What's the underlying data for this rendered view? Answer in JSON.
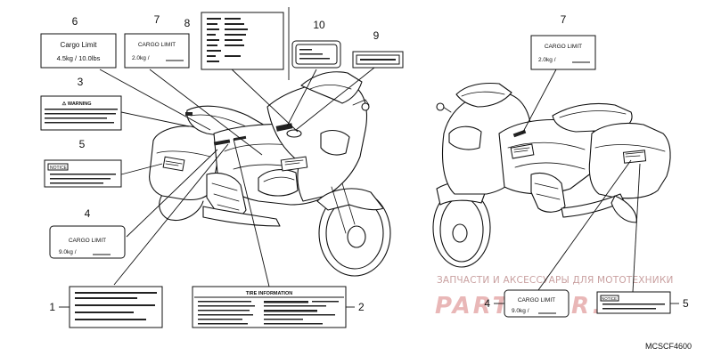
{
  "callouts": {
    "n1": "1",
    "n2": "2",
    "n3": "3",
    "n4": "4",
    "n5": "5",
    "n6": "6",
    "n7": "7",
    "n8": "8",
    "n9": "9",
    "n10": "10",
    "n7b": "7",
    "n4b": "4",
    "n5b": "5"
  },
  "labels": {
    "cargo6_title": "Cargo Limit",
    "cargo6_value": "4.5kg  /  10.0lbs",
    "cargo7_title": "CARGO LIMIT",
    "cargo7_value": "2.0kg    /",
    "cargo4_title": "CARGO LIMIT",
    "cargo4_value": "9.0kg    /",
    "warning_title": "⚠ WARNING",
    "notice_title": "NOTICE",
    "tire_title": "TIRE INFORMATION",
    "cargo7b_title": "CARGO LIMIT",
    "cargo7b_value": "2.0kg    /",
    "cargo4b_title": "CARGO LIMIT",
    "cargo4b_value": "9.0kg  /",
    "notice_b_title": "NOTICE"
  },
  "watermark": {
    "text": "ЗАПЧАСТИ И АКСЕССУАРЫ ДЛЯ МОТОТЕХНИКИ",
    "logo": "PARTSFOR.RU"
  },
  "diagram_code": "MCSCF4600"
}
